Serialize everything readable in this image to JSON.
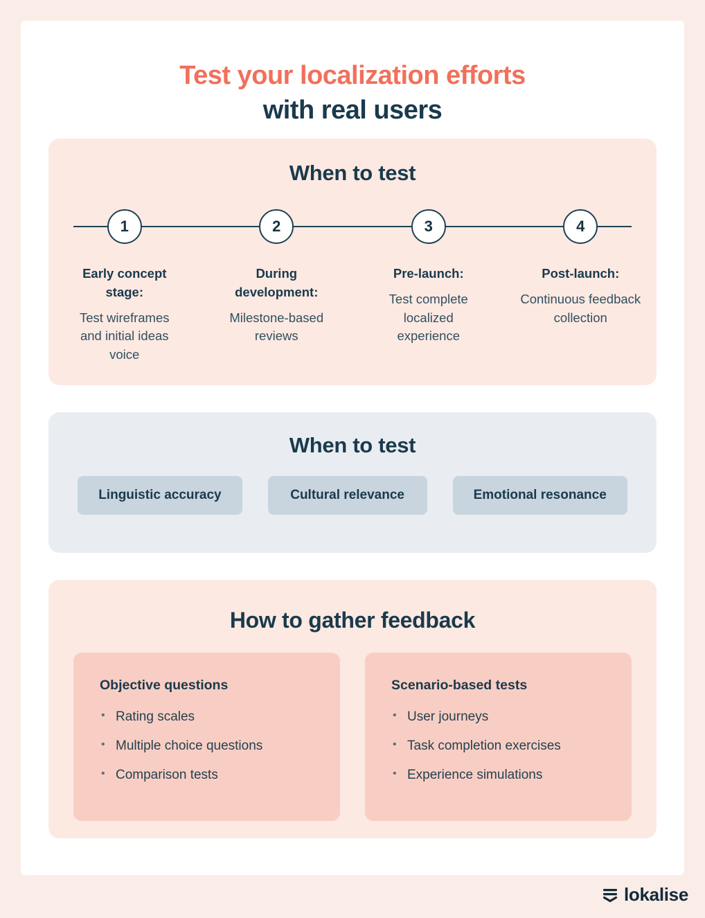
{
  "header": {
    "title_line1": "Test your localization efforts",
    "title_line2": "with real users"
  },
  "colors": {
    "accent_coral": "#F1705B",
    "navy": "#1A3A4C",
    "panel_pink": "#FCE9E2",
    "panel_blue": "#E9EDF2",
    "pill_blue": "#C8D4DE",
    "card_salmon": "#F8CEC4",
    "page_background": "#FAECE7"
  },
  "when_to_test": {
    "title": "When to test",
    "steps": [
      {
        "number": "1",
        "heading": "Early concept stage:",
        "body": "Test wireframes and initial ideas voice"
      },
      {
        "number": "2",
        "heading": "During development:",
        "body": "Milestone-based reviews"
      },
      {
        "number": "3",
        "heading": "Pre-launch:",
        "body": "Test complete localized experience"
      },
      {
        "number": "4",
        "heading": "Post-launch:",
        "body": "Continuous feedback collection"
      }
    ]
  },
  "what_to_test": {
    "title": "When to test",
    "pills": [
      "Linguistic accuracy",
      "Cultural relevance",
      "Emotional resonance"
    ]
  },
  "gather_feedback": {
    "title": "How to gather feedback",
    "cards": [
      {
        "heading": "Objective questions",
        "items": [
          "Rating scales",
          "Multiple choice questions",
          "Comparison tests"
        ]
      },
      {
        "heading": "Scenario-based tests",
        "items": [
          "User journeys",
          "Task completion exercises",
          "Experience simulations"
        ]
      }
    ]
  },
  "footer": {
    "brand": "lokalise",
    "logo_icon": "lokalise-stacked-layers-icon"
  }
}
